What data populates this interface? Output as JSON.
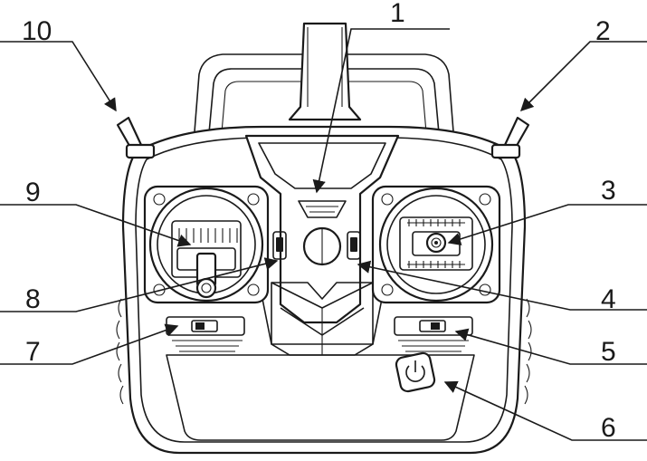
{
  "callouts": [
    {
      "id": 1,
      "text": "1"
    },
    {
      "id": 2,
      "text": "2"
    },
    {
      "id": 3,
      "text": "3"
    },
    {
      "id": 4,
      "text": "4"
    },
    {
      "id": 5,
      "text": "5"
    },
    {
      "id": 6,
      "text": "6"
    },
    {
      "id": 7,
      "text": "7"
    },
    {
      "id": 8,
      "text": "8"
    },
    {
      "id": 9,
      "text": "9"
    },
    {
      "id": 10,
      "text": "10"
    }
  ],
  "icons": {
    "power": "power-icon",
    "arrow": "arrowhead"
  },
  "colors": {
    "stroke": "#1a1a1a",
    "background": "#ffffff"
  }
}
